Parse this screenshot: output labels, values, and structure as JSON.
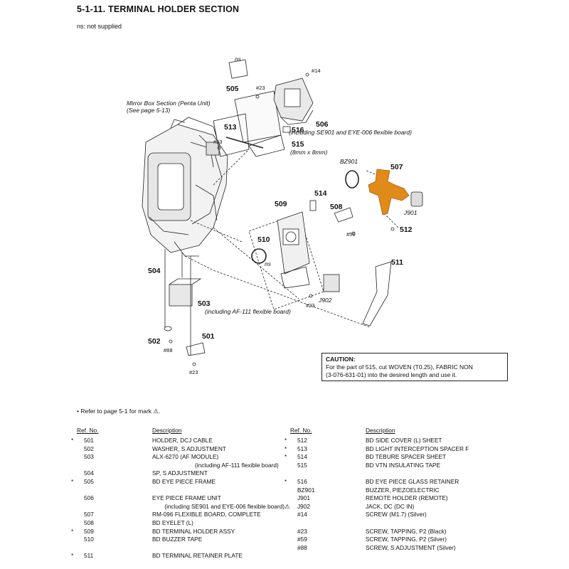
{
  "title": "5-1-11. TERMINAL  HOLDER  SECTION",
  "note": "ns: not supplied",
  "diagram": {
    "labels": {
      "l505": "505",
      "l506": "506",
      "l513": "513",
      "l516": "516",
      "l515": "515",
      "l507": "507",
      "l508": "508",
      "l509": "509",
      "l510": "510",
      "l511": "511",
      "l512": "512",
      "l514": "514",
      "l504": "504",
      "l503": "503",
      "l502": "502",
      "l501": "501",
      "ns1": "ns",
      "ns2": "ns",
      "s14": "#14",
      "s23a": "#23",
      "s23b": "#23",
      "s23c": "#23",
      "s23d": "#23",
      "s59": "#59",
      "s88": "#88",
      "bz901": "BZ901",
      "j901": "J901",
      "j902": "J902",
      "mirror1": "Mirror Box Section (Penta Unit)",
      "mirror2": "(See page 5-13)",
      "inc506": "(including SE901 and EYE-006 flexible board)",
      "size515": "(8mm x 8mm)",
      "inc503": "(including AF-111 flexible board)"
    }
  },
  "caution": {
    "heading": "CAUTION:",
    "line1": "For the part of 515, cut WOVEN (T0.25), FABRIC NON",
    "line2": "(3-076-631-01) into the desired length and use it."
  },
  "refer": "• Refer to page 5-1 for mark ⚠.",
  "table": {
    "ref_header": "Ref. No.",
    "desc_header": "Description",
    "left": [
      {
        "mark": "*",
        "ref": "501",
        "desc": "HOLDER, DCJ CABLE"
      },
      {
        "mark": "",
        "ref": "502",
        "desc": "WASHER, S ADJUSTMENT"
      },
      {
        "mark": "",
        "ref": "503",
        "desc": "ALX-6270 (AF MODULE)"
      },
      {
        "mark": "",
        "ref": "",
        "desc": "(including AF-111 flexible board)"
      },
      {
        "mark": "",
        "ref": "504",
        "desc": "SP, S ADJUSTMENT"
      },
      {
        "mark": "*",
        "ref": "505",
        "desc": "BD EYE PIECE FRAME"
      },
      {
        "mark": "",
        "ref": "",
        "desc": ""
      },
      {
        "mark": "",
        "ref": "506",
        "desc": "EYE PIECE FRAME UNIT"
      },
      {
        "mark": "",
        "ref": "",
        "desc": "(including SE901 and EYE-006 flexible board)"
      },
      {
        "mark": "",
        "ref": "507",
        "desc": "RM-096 FLEXIBLE BOARD, COMPLETE"
      },
      {
        "mark": "",
        "ref": "508",
        "desc": "BD EYELET (L)"
      },
      {
        "mark": "*",
        "ref": "509",
        "desc": "BD TERMINAL HOLDER ASSY"
      },
      {
        "mark": "",
        "ref": "510",
        "desc": "BD BUZZER TAPE"
      },
      {
        "mark": "",
        "ref": "",
        "desc": ""
      },
      {
        "mark": "*",
        "ref": "511",
        "desc": "BD TERMINAL RETAINER PLATE"
      }
    ],
    "right": [
      {
        "mark": "*",
        "ref": "512",
        "desc": "BD SIDE COVER (L) SHEET"
      },
      {
        "mark": "*",
        "ref": "513",
        "desc": "BD LIGHT INTERCEPTION SPACER F"
      },
      {
        "mark": "*",
        "ref": "514",
        "desc": "BD TEBURE SPACER SHEET"
      },
      {
        "mark": "",
        "ref": "515",
        "desc": "BD VTN INSULATING TAPE"
      },
      {
        "mark": "",
        "ref": "",
        "desc": ""
      },
      {
        "mark": "*",
        "ref": "516",
        "desc": "BD EYE PIECE GLASS RETAINER"
      },
      {
        "mark": "",
        "ref": "BZ901",
        "desc": "BUZZER, PIEZOELECTRIC"
      },
      {
        "mark": "",
        "ref": "J901",
        "desc": "REMOTE HOLDER (REMOTE)"
      },
      {
        "mark": "⚠",
        "ref": "J902",
        "desc": "JACK, DC (DC IN)"
      },
      {
        "mark": "",
        "ref": "#14",
        "desc": "SCREW (M1.7) (Silver)"
      },
      {
        "mark": "",
        "ref": "",
        "desc": ""
      },
      {
        "mark": "",
        "ref": "#23",
        "desc": "SCREW, TAPPING, P2 (Black)"
      },
      {
        "mark": "",
        "ref": "#59",
        "desc": "SCREW, TAPPING, P2 (Silver)"
      },
      {
        "mark": "",
        "ref": "#88",
        "desc": "SCREW, S ADJUSTMENT (Silver)"
      }
    ]
  },
  "colors": {
    "flex_board": "#e08a1a",
    "ink": "#111111"
  }
}
